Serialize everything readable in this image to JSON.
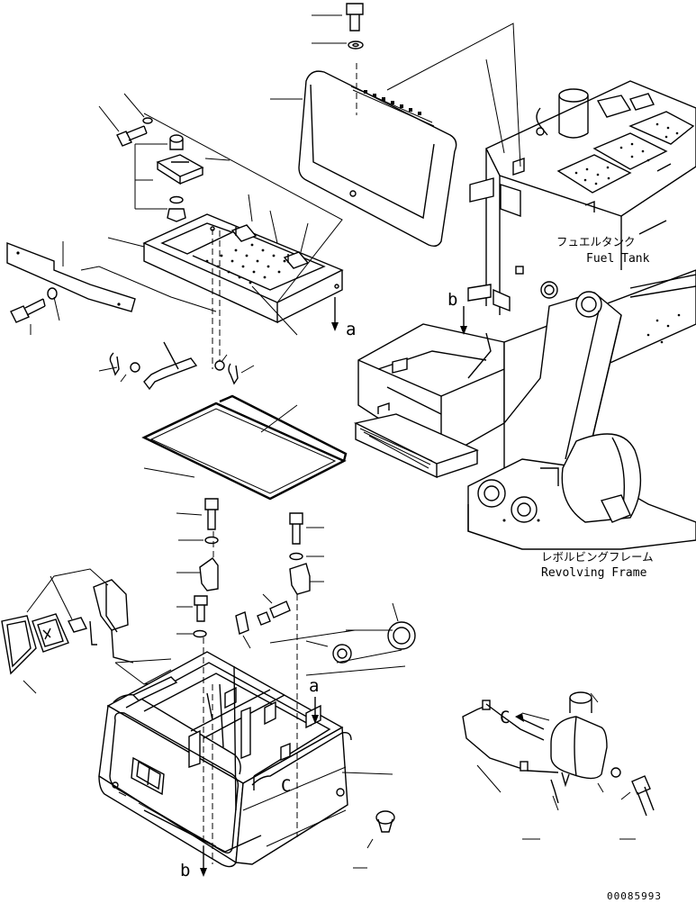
{
  "labels": {
    "fuel_tank_jp": "フュエルタンク",
    "fuel_tank_en": "Fuel Tank",
    "frame_jp": "レボルビングフレーム",
    "frame_en": "Revolving Frame",
    "ref_a_upper": "a",
    "ref_b_upper": "b",
    "ref_a_lower": "a",
    "ref_b_lower": "b",
    "ref_c_upper": "C",
    "ref_c_lower": "C",
    "drawing_number": "00085993"
  }
}
